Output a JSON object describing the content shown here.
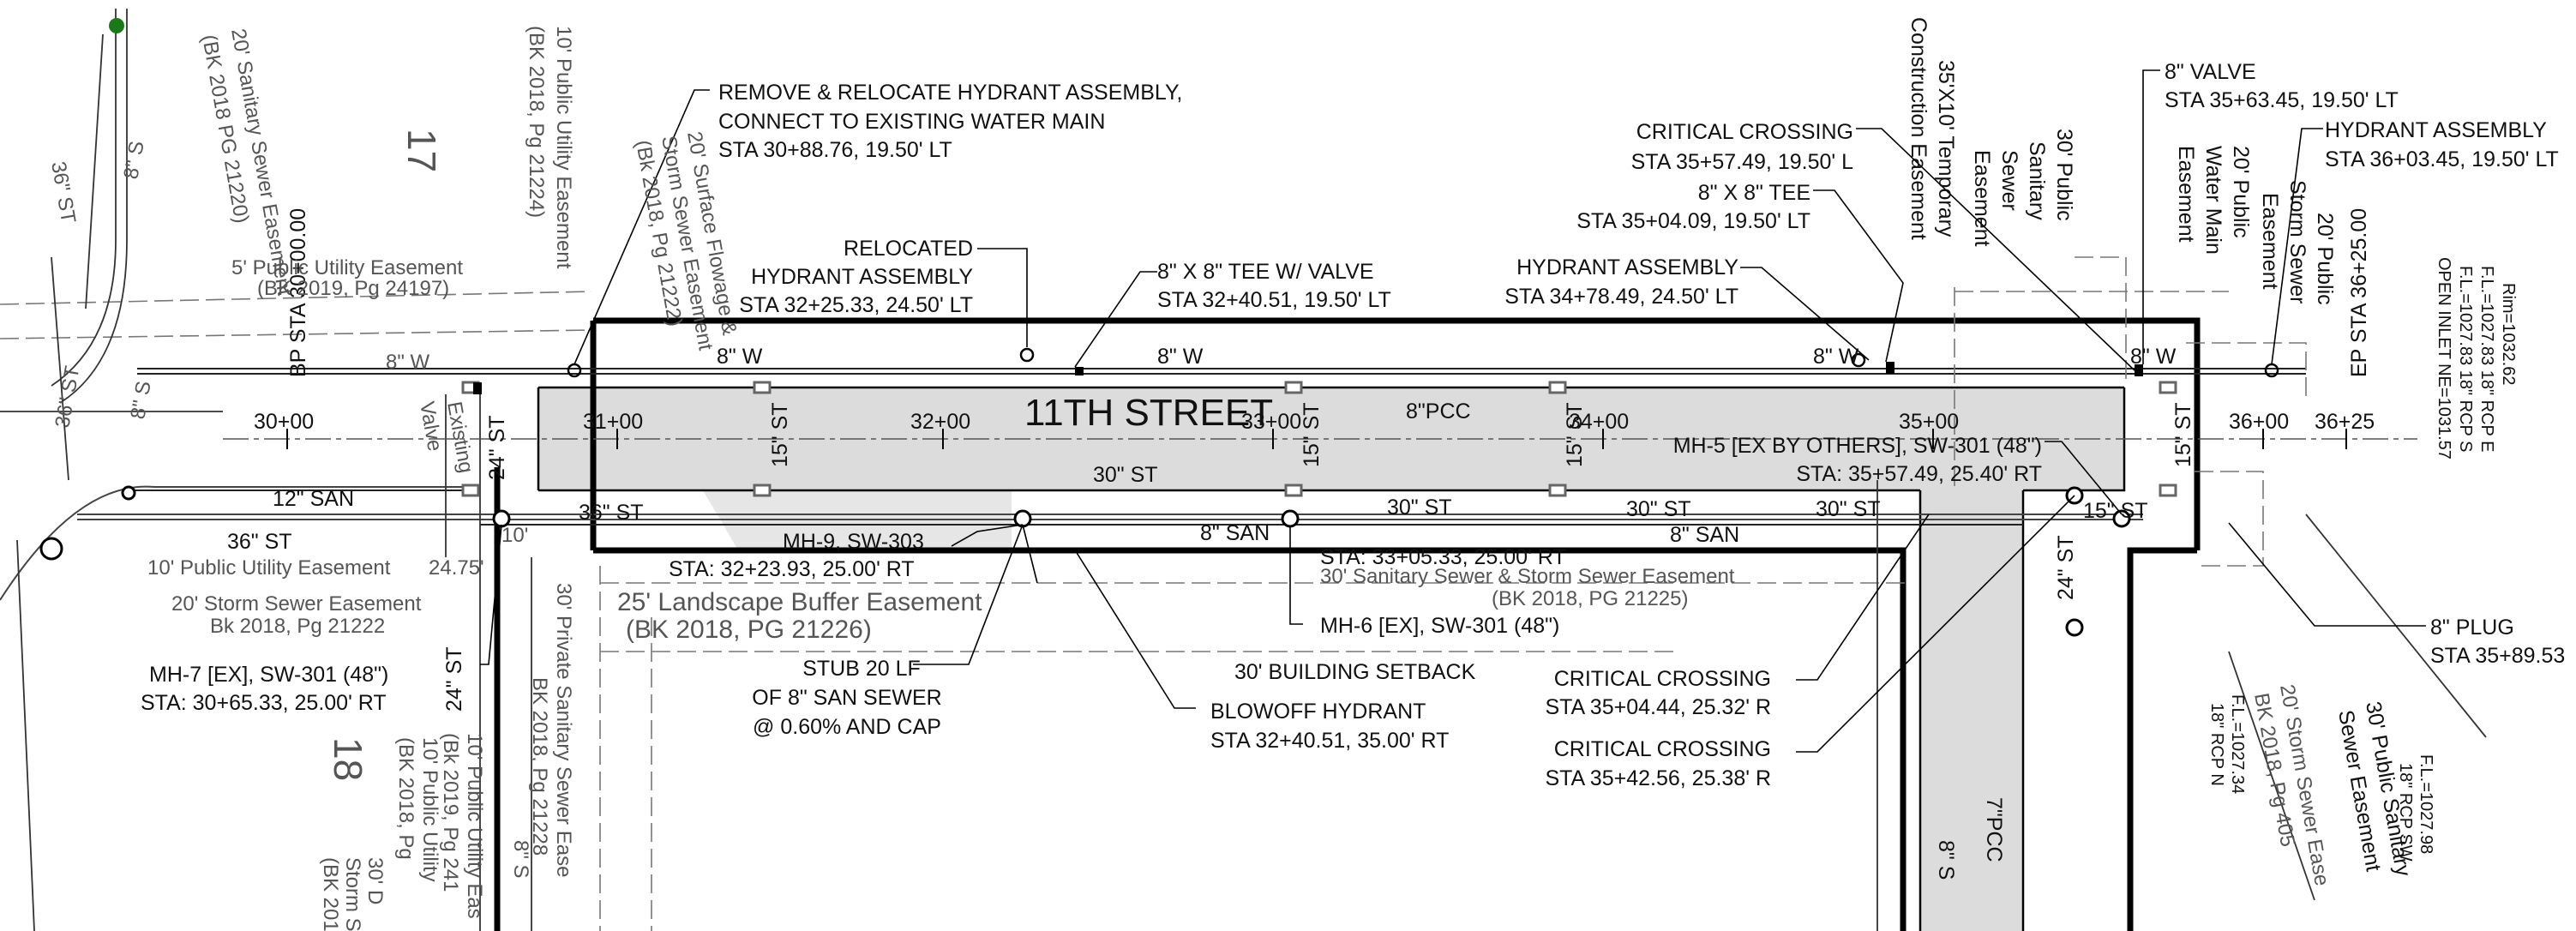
{
  "street_name": "11TH STREET",
  "pavement": {
    "street": "8\"PCC",
    "drive": "7\"PCC"
  },
  "stations": {
    "bp": "BP STA 30+00.00",
    "ep": "EP STA 36+25.00",
    "ticks": [
      "30+00",
      "31+00",
      "32+00",
      "33+00",
      "34+00",
      "35+00",
      "36+00",
      "36+25"
    ]
  },
  "pipes": {
    "water_main_a": "8\" W",
    "water_main_b": "8\" W",
    "water_main_c": "8\" W",
    "water_main_d": "8\" W",
    "water_main_w": "8\" W",
    "st_30_a": "30\" ST",
    "st_30_b": "30\" ST",
    "st_30_c": "30\" ST",
    "st_30_d": "30\" ST",
    "st_36": "36\" ST",
    "st_36_west": "36\" ST",
    "st_36_west2": "36\" ST",
    "st_36_vert": "36\" ST",
    "st_24_a": "24\" ST",
    "st_24_b": "24\" ST",
    "st_24_c": "24\" ST",
    "st_15_a": "15\" ST",
    "st_15_b": "15\" ST",
    "st_15_c": "15\" ST",
    "st_15_d": "15\" ST",
    "st_15_e": "15\" ST",
    "san_8_a": "8\" SAN",
    "san_8_b": "8\" SAN",
    "san_12": "12\" SAN",
    "san_8_vert": "8\" S",
    "san_8_vert2": "8\" S",
    "san_8_v3": "8\" S",
    "san_w": "8\" W",
    "ms_8": "8\" S",
    "dim_2475": "24.75'",
    "dim_10": "10'"
  },
  "callouts": {
    "remove_relocate": [
      "REMOVE & RELOCATE HYDRANT ASSEMBLY,",
      "CONNECT TO EXISTING WATER MAIN",
      "STA 30+88.76, 19.50' LT"
    ],
    "relocated_hydrant": [
      "RELOCATED",
      "HYDRANT ASSEMBLY",
      "STA 32+25.33, 24.50' LT"
    ],
    "tee_valve": [
      "8\" X 8\" TEE W/ VALVE",
      "STA 32+40.51, 19.50' LT"
    ],
    "hydrant_34": [
      "HYDRANT ASSEMBLY",
      "STA 34+78.49, 24.50' LT"
    ],
    "critical_crossing_1": [
      "CRITICAL CROSSING",
      "STA 35+57.49, 19.50' L"
    ],
    "tee_35": [
      "8\" X 8\" TEE",
      "STA 35+04.09, 19.50' LT"
    ],
    "valve_8": [
      "8\" VALVE",
      "STA 35+63.45, 19.50' LT"
    ],
    "hydrant_36": [
      "HYDRANT ASSEMBLY",
      "STA 36+03.45, 19.50' LT"
    ],
    "mh5": [
      "MH-5 [EX BY OTHERS], SW-301 (48\")",
      "STA: 35+57.49, 25.40' RT"
    ],
    "mh9": [
      "MH-9, SW-303",
      "STA: 32+23.93, 25.00' RT"
    ],
    "mh6": [
      "MH-6 [EX], SW-301 (48\")",
      "STA: 33+05.33, 25.00' RT"
    ],
    "mh7": [
      "MH-7 [EX], SW-301 (48\")",
      "STA: 30+65.33, 25.00' RT"
    ],
    "stub": [
      "STUB 20 LF",
      "OF 8\" SAN SEWER",
      "@ 0.60% AND CAP"
    ],
    "blowoff": [
      "BLOWOFF HYDRANT",
      "STA 32+40.51, 35.00' RT"
    ],
    "critical_crossing_2": [
      "CRITICAL CROSSING",
      "STA 35+04.44, 25.32' R"
    ],
    "critical_crossing_3": [
      "CRITICAL CROSSING",
      "STA 35+42.56, 25.38' R"
    ],
    "plug": [
      "8\" PLUG",
      "STA 35+89.53"
    ],
    "setback": "30' BUILDING SETBACK",
    "existing_valve": [
      "Existing",
      "Valve"
    ]
  },
  "easements": {
    "san_20": [
      "20' Sanitary Sewer Easement",
      "(BK 2018 PG 21220)"
    ],
    "pue_10_top": [
      "10' Public Utility Easement",
      "(BK 2018, Pg 21224)"
    ],
    "surface_flowage": [
      "20' Surface Flowage &",
      "Storm Sewer Easement",
      "(Bk 2018, Pg 21222)"
    ],
    "pue_5": [
      "5' Public Utility Easement",
      "(BK 2019, Pg 24197)"
    ],
    "pue_10_left": "10' Public Utility Easement",
    "storm_20_left": [
      "20' Storm Sewer Easement",
      "Bk 2018, Pg 21222"
    ],
    "landscape": [
      "25' Landscape Buffer Easement",
      "(BK 2018, PG 21226)"
    ],
    "san_storm_30": [
      "30' Sanitary Sewer & Storm Sewer Easement",
      "(BK 2018, PG 21225)"
    ],
    "private_san": [
      "30' Private Sanitary Sewer Ease",
      "BK 2018, Pg 21228"
    ],
    "pue_10_bottom": [
      "10' Public Utility Eas",
      "(Bk 2019, Pg 241"
    ],
    "pue_10_bottom2": [
      "10' Public Utility",
      "(BK 2018, Pg"
    ],
    "storm_30_bottom": [
      "30' D",
      "Storm S",
      "(BK 201"
    ],
    "temp_const": [
      "35'X10' Temporary",
      "Construction Easement"
    ],
    "san_30_top": [
      "30' Public",
      "Sanitary",
      "Sewer",
      "Easement"
    ],
    "water_20": [
      "20' Public",
      "Water Main",
      "Easement"
    ],
    "storm_20_top": [
      "20' Public",
      "Storm Sewer",
      "Easement"
    ],
    "storm_20_right": [
      "20' Storm Sewer Ease",
      "BK 2018, Pg 405"
    ],
    "san_30_right": [
      "30' Public Sanitary",
      "Sewer Easement"
    ]
  },
  "lots": {
    "lot17": "17",
    "lot18": "18"
  },
  "inlet_info": [
    "Rim=1032.62",
    "F.L.=1027.83 18\" RCP E",
    "F.L.=1027.83 18\" RCP S",
    "OPEN INLET NE=1031.57"
  ],
  "fl_notes": {
    "fl_n": [
      "F.L.=1027.34",
      "18\" RCP N"
    ],
    "fl_sw": [
      "F.L.=1027.98",
      "18\" RCP SW"
    ]
  }
}
